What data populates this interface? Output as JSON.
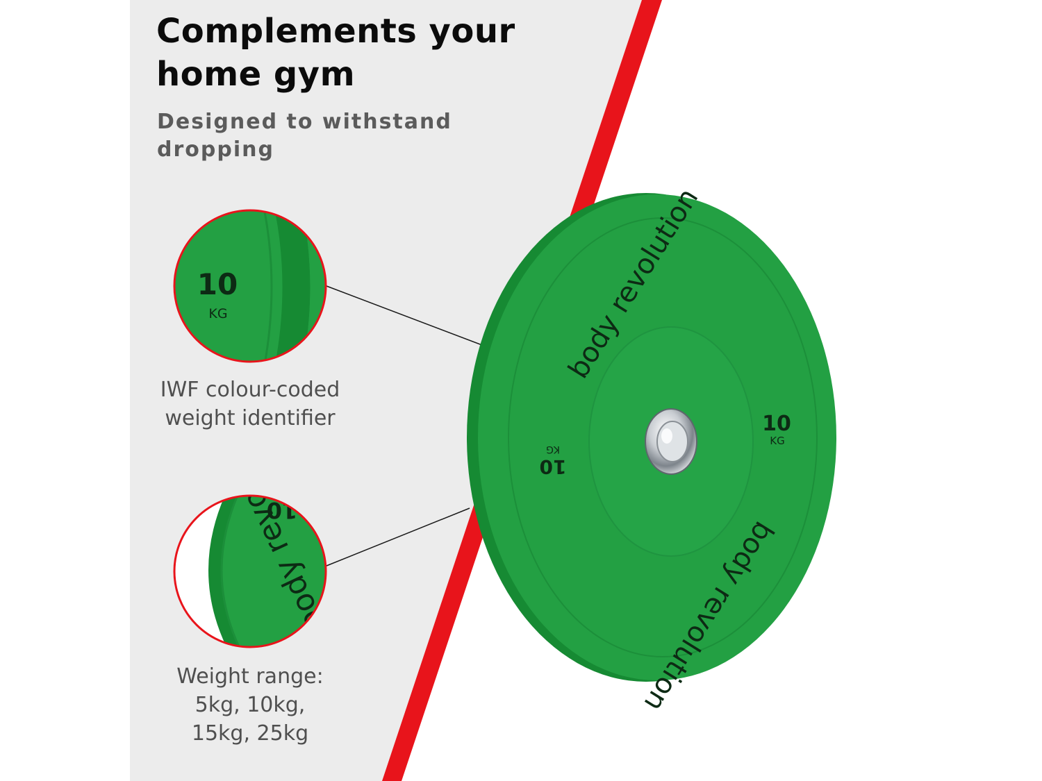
{
  "headline": {
    "line1": "Complements your",
    "line2": "home gym"
  },
  "subheadline": {
    "line1": "Designed to withstand",
    "line2": "dropping"
  },
  "features": [
    {
      "lines": [
        "IWF colour-coded",
        "weight identifier"
      ]
    },
    {
      "lines": [
        "Weight range:",
        "5kg, 10kg,",
        "15kg, 25kg"
      ]
    }
  ],
  "plate": {
    "brand": "body revolution",
    "weight_number": "10",
    "weight_unit": "KG",
    "mirrored_number": "10"
  },
  "colors": {
    "panel": "#ececec",
    "stripe": "#e8141b",
    "plate": "#25a244",
    "plate_rim": "#1a8a36",
    "headline": "#0b0b0b",
    "subhead": "#5b5b5b",
    "caption": "#4f4f4f"
  }
}
